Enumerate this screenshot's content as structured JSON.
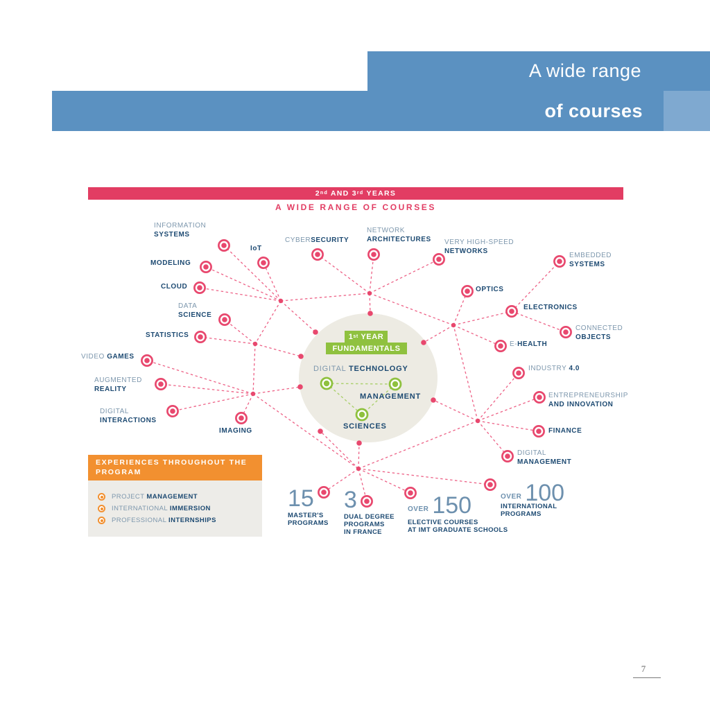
{
  "header": {
    "line1": "A wide range",
    "line2": "of courses"
  },
  "banner": {
    "p1": "2",
    "sup1": "nd",
    "p2": " AND 3",
    "sup2": "rd",
    "p3": " YEARS",
    "subtitle": "A WIDE RANGE OF COURSES"
  },
  "center": {
    "y1_pre": "1",
    "y1_sup": "st",
    "y1_post": " YEAR",
    "line2": "FUNDAMENTALS",
    "digital_light": "DIGITAL ",
    "digital_bold": "TECHNOLOGY",
    "management": "MANAGEMENT",
    "sciences": "SCIENCES"
  },
  "nodes": {
    "info_sys": {
      "l1": "INFORMATION",
      "b2": "SYSTEMS"
    },
    "iot": {
      "b1": "IoT"
    },
    "cyber": {
      "l1": "CYBER",
      "b1": "SECURITY"
    },
    "net_arch": {
      "l1": "NETWORK",
      "b2": "ARCHITECTURES"
    },
    "vhs": {
      "l1": "VERY HIGH-SPEED",
      "b2": "NETWORKS"
    },
    "modeling": {
      "b1": "MODELING"
    },
    "cloud": {
      "b1": "CLOUD"
    },
    "data_sci": {
      "l1": "DATA",
      "b2": "SCIENCE"
    },
    "statistics": {
      "b1": "STATISTICS"
    },
    "video_games": {
      "l1": "VIDEO ",
      "b1": "GAMES"
    },
    "aug_reality": {
      "l1": "AUGMENTED",
      "b2": "REALITY"
    },
    "dig_inter": {
      "l1": "DIGITAL",
      "b2": "INTERACTIONS"
    },
    "imaging": {
      "b1": "IMAGING"
    },
    "embedded": {
      "l1": "EMBEDDED",
      "b2": "SYSTEMS"
    },
    "optics": {
      "b1": "OPTICS"
    },
    "electronics": {
      "b1": "ELECTRONICS"
    },
    "connected": {
      "l1": "CONNECTED",
      "b2": "OBJECTS"
    },
    "ehealth": {
      "l1": "E-",
      "b1": "HEALTH"
    },
    "industry": {
      "l1": "INDUSTRY ",
      "b1": "4.0"
    },
    "entre": {
      "l1": "ENTREPRENEURSHIP",
      "b2": "AND INNOVATION"
    },
    "finance": {
      "b1": "FINANCE"
    },
    "dig_mgmt": {
      "l1": "DIGITAL",
      "b2": "MANAGEMENT"
    }
  },
  "experiences": {
    "title": "EXPERIENCES THROUGHOUT THE PROGRAM",
    "items": [
      {
        "light": "PROJECT ",
        "bold": "MANAGEMENT"
      },
      {
        "light": "INTERNATIONAL ",
        "bold": "IMMERSION"
      },
      {
        "light": "PROFESSIONAL ",
        "bold": "INTERNSHIPS"
      }
    ]
  },
  "stats": {
    "s1": {
      "number": "15",
      "line1": "MASTER'S",
      "line2": "PROGRAMS"
    },
    "s2": {
      "number": "3",
      "line1": "DUAL DEGREE",
      "line2": "PROGRAMS",
      "line3": "IN FRANCE"
    },
    "s3": {
      "over": "OVER",
      "number": "150",
      "line1": "ELECTIVE COURSES",
      "line2": "AT IMT GRADUATE SCHOOLS"
    },
    "s4": {
      "over": "OVER",
      "number": "100",
      "line1": "INTERNATIONAL",
      "line2": "PROGRAMS"
    }
  },
  "page_number": "7",
  "colors": {
    "header_blue": "#5b91c1",
    "banner_pink": "#e23d63",
    "line_pink": "#ed6186",
    "node_pink": "#e8486e",
    "navy": "#1d4a72",
    "light_blue_text": "#7d97ad",
    "green": "#8fc13f",
    "circle_beige": "#edebe3",
    "orange": "#f29030",
    "panel_gray": "#edece8",
    "stat_number_blue": "#6d90ae"
  }
}
